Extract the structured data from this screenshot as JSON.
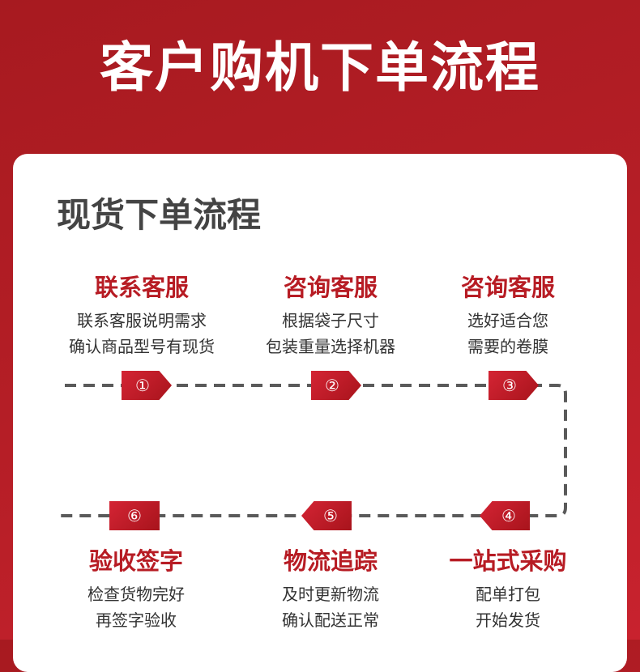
{
  "title": "客户购机下单流程",
  "subtitle": "现货下单流程",
  "steps": [
    {
      "num": "①",
      "title": "联系客服",
      "lines": [
        "联系客服说明需求",
        "确认商品型号有现货"
      ]
    },
    {
      "num": "②",
      "title": "咨询客服",
      "lines": [
        "根据袋子尺寸",
        "包装重量选择机器"
      ]
    },
    {
      "num": "③",
      "title": "咨询客服",
      "lines": [
        "选好适合您",
        "需要的卷膜"
      ]
    },
    {
      "num": "④",
      "title": "一站式采购",
      "lines": [
        "配单打包",
        "开始发货"
      ]
    },
    {
      "num": "⑤",
      "title": "物流追踪",
      "lines": [
        "及时更新物流",
        "确认配送正常"
      ]
    },
    {
      "num": "⑥",
      "title": "验收签字",
      "lines": [
        "检查货物完好",
        "再签字验收"
      ]
    }
  ]
}
